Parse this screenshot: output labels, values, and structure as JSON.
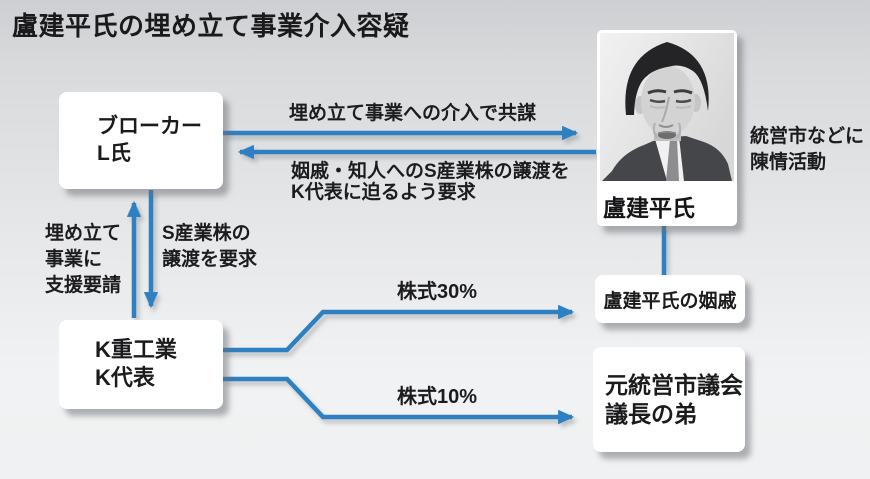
{
  "title": "盧建平氏の埋め立て事業介入容疑",
  "colors": {
    "arrow_blue": "#2e80c2",
    "box_white": "#ffffff",
    "background_top": "#cdcfd2",
    "background_bottom": "#f0f1f2",
    "text": "#1b1b1d"
  },
  "boxes": {
    "broker": {
      "line1": "ブローカー",
      "line2": "L氏"
    },
    "k_company": {
      "line1": "K重工業",
      "line2": "K代表"
    },
    "relative": {
      "label": "盧建平氏の姻戚"
    },
    "brother": {
      "line1": "元統営市議会",
      "line2": "議長の弟"
    }
  },
  "photo": {
    "caption": "盧建平氏",
    "note_line1": "統営市などに",
    "note_line2": "陳情活動"
  },
  "arrows": {
    "conspiracy": "埋め立て事業への介入で共謀",
    "demand_line1": "姻戚・知人へのS産業株の譲渡を",
    "demand_line2": "K代表に迫るよう要求",
    "support_line1": "埋め立て",
    "support_line2": "事業に",
    "support_line3": "支援要請",
    "share_demand_line1": "S産業株の",
    "share_demand_line2": "譲渡を要求",
    "stock30": "株式30%",
    "stock10": "株式10%"
  }
}
